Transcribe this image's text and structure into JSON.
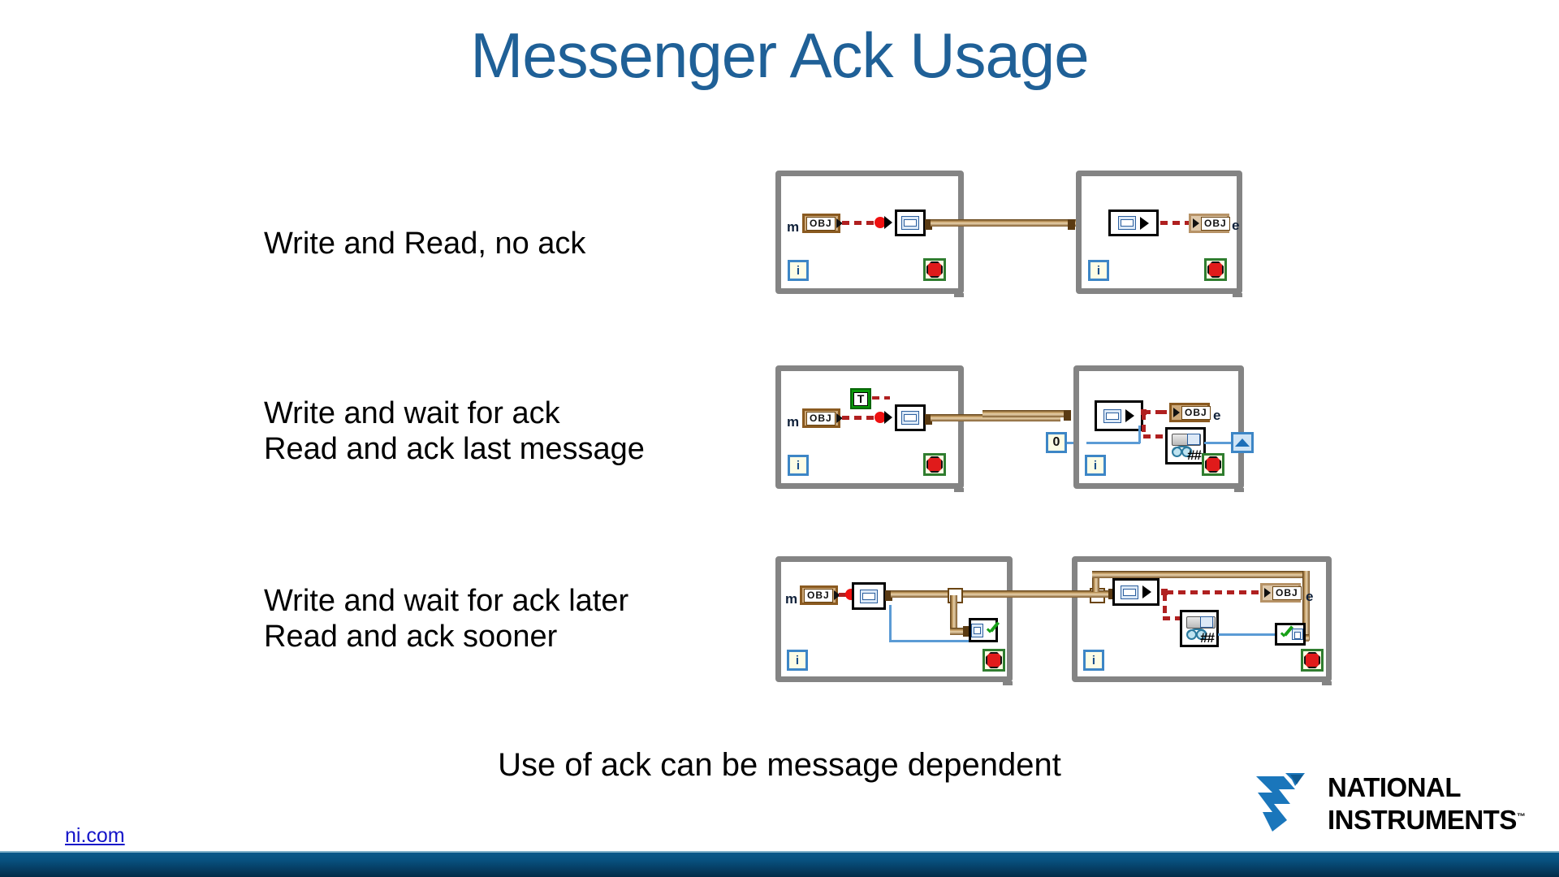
{
  "slide": {
    "title": "Messenger Ack Usage",
    "summary": "Use of ack can be message dependent",
    "footer_link": "ni.com",
    "accent_color": "#1f6097",
    "link_color": "#1414c8",
    "footer_bar_color": "#08517f",
    "background_color": "#ffffff"
  },
  "logo": {
    "line1": "NATIONAL",
    "line2": "INSTRUMENTS",
    "tm": "™",
    "mark_color": "#1a76bb"
  },
  "rows": [
    {
      "id": "row-1",
      "label": "Write and Read, no ack",
      "left_diagram": {
        "caption": "sender while-loop",
        "terminal_label": "m",
        "object_terminal_text": "OBJ",
        "iteration_terminal": "i",
        "has_stop_terminal": true,
        "nodes": [
          "write-message-node"
        ]
      },
      "right_diagram": {
        "caption": "receiver while-loop",
        "terminal_label": "e",
        "object_terminal_text": "OBJ",
        "iteration_terminal": "i",
        "has_stop_terminal": true,
        "nodes": [
          "read-message-node"
        ]
      }
    },
    {
      "id": "row-2",
      "label": "Write and wait for ack\nRead and ack last message",
      "left_diagram": {
        "caption": "sender while-loop",
        "terminal_label": "m",
        "object_terminal_text": "OBJ",
        "iteration_terminal": "i",
        "has_stop_terminal": true,
        "boolean_constant": "T",
        "nodes": [
          "write-message-node"
        ]
      },
      "right_diagram": {
        "caption": "receiver while-loop",
        "terminal_label": "e",
        "object_terminal_text": "OBJ",
        "iteration_terminal": "i",
        "has_stop_terminal": true,
        "numeric_constant": "0",
        "ack_node_label": "##",
        "nodes": [
          "read-message-node",
          "send-ack-node"
        ]
      }
    },
    {
      "id": "row-3",
      "label": "Write and wait for ack later\nRead and ack sooner",
      "left_diagram": {
        "caption": "sender while-loop",
        "terminal_label": "m",
        "object_terminal_text": "OBJ",
        "iteration_terminal": "i",
        "has_stop_terminal": true,
        "nodes": [
          "write-message-node",
          "wait-for-ack-node"
        ]
      },
      "right_diagram": {
        "caption": "receiver while-loop",
        "terminal_label": "e",
        "object_terminal_text": "OBJ",
        "iteration_terminal": "i",
        "has_stop_terminal": true,
        "ack_node_label": "##",
        "nodes": [
          "read-message-node",
          "send-ack-node",
          "ack-confirm-node"
        ]
      }
    }
  ]
}
